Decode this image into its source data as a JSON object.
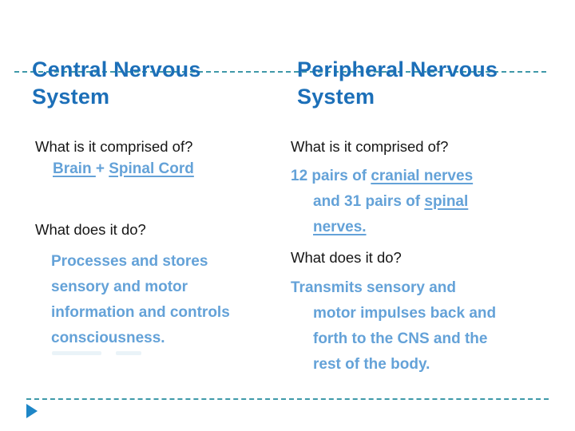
{
  "slide": {
    "background_color": "#ffffff",
    "title_color": "#1c6fb8",
    "body_blue_color": "#64a2d8",
    "body_text_color": "#161616",
    "dash_line_color": "#3f99a9",
    "footer_arrow_color": "#1e86c7"
  },
  "left": {
    "title": "Central Nervous System",
    "q1": "What is it comprised of?",
    "q1_answer": {
      "u1": "Brain ",
      "mid": "+ ",
      "u2": "Spinal Cord"
    },
    "q2": "What does it do?",
    "q2_answer_lines": [
      "Processes and stores",
      "sensory and motor",
      "information and controls",
      "consciousness."
    ]
  },
  "right": {
    "title": "Peripheral Nervous System",
    "q1": "What is it comprised of?",
    "q1_answer_lines": [
      {
        "pre": "12 pairs of ",
        "u": "cranial nerves",
        "post": ""
      },
      {
        "pre": "and 31 pairs of ",
        "u": "spinal",
        "post": ""
      },
      {
        "pre": "",
        "u": "nerves.",
        "post": ""
      }
    ],
    "q2": "What does it do?",
    "q2_answer_lines": [
      "Transmits sensory and",
      "motor impulses back and",
      "forth to the CNS and the",
      "rest of the body."
    ]
  }
}
